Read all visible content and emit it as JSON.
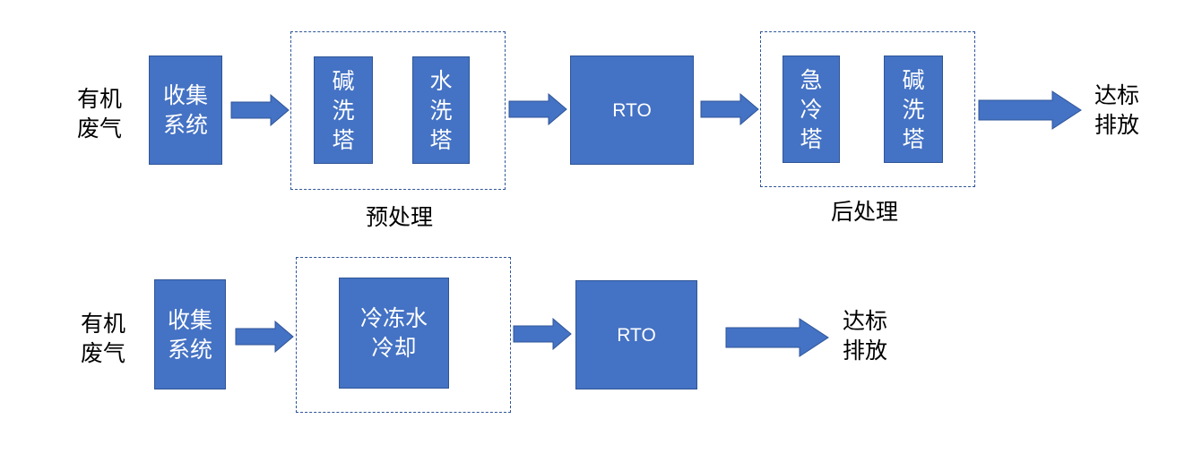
{
  "colors": {
    "box_fill": "#4472c4",
    "box_border": "#2f5597",
    "dashed_border": "#2f5597",
    "box_text": "#ffffff"
  },
  "row1": {
    "source": "有机\n废气",
    "collect": "收集\n系统",
    "pre_group_label": "预处理",
    "alkali_wash": "碱\n洗\n塔",
    "water_wash": "水\n洗\n塔",
    "rto": "RTO",
    "post_group_label": "后处理",
    "quench": "急\n冷\n塔",
    "alkali_wash_2": "碱\n洗\n塔",
    "output": "达标\n排放"
  },
  "row2": {
    "source": "有机\n废气",
    "collect": "收集\n系统",
    "chill": "冷冻水\n冷却",
    "rto": "RTO",
    "output": "达标\n排放"
  }
}
